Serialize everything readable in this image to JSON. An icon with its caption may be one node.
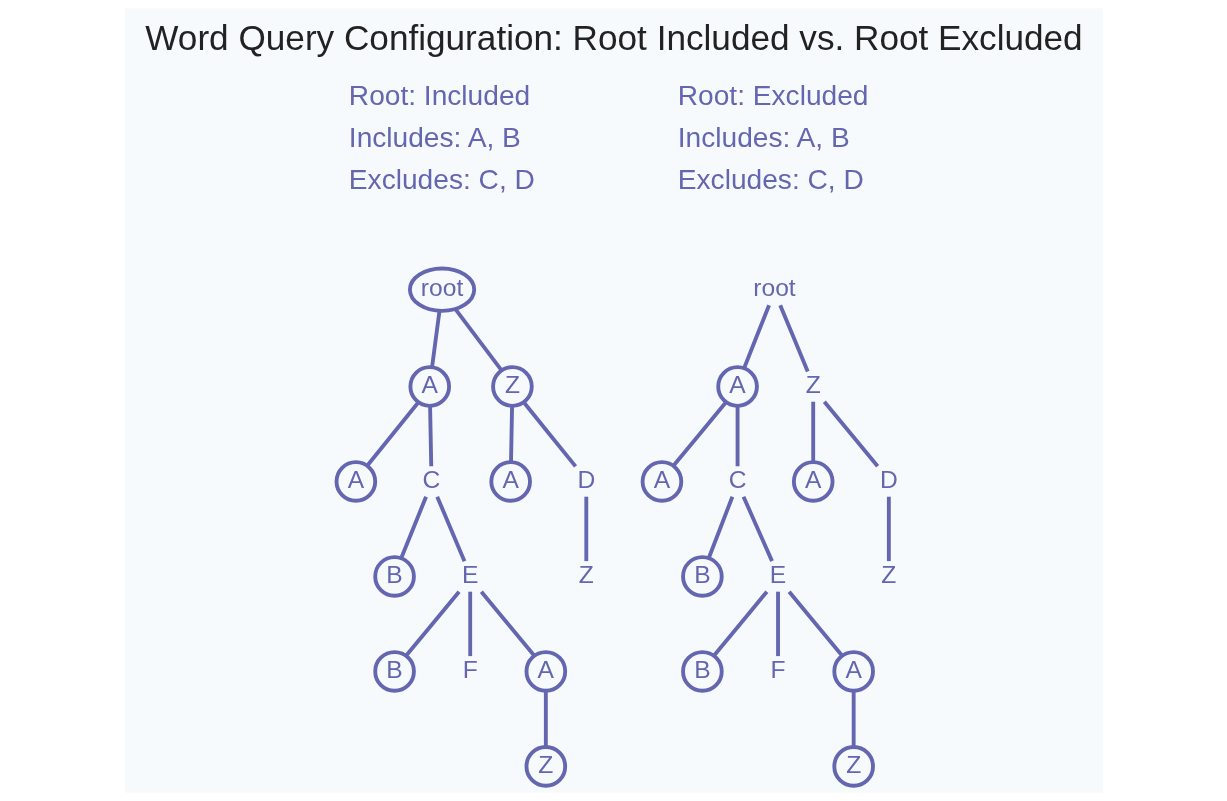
{
  "diagram": {
    "title": "Word Query Configuration: Root Included vs. Root Excluded",
    "nodes": [
      {
        "text": [
          "root"
        ]
      },
      {
        "text": [
          "A"
        ]
      },
      {
        "text": [
          "Z"
        ]
      },
      {
        "text": [
          "A"
        ]
      },
      {
        "text": [
          "C"
        ]
      },
      {
        "text": [
          "A"
        ]
      },
      {
        "text": [
          "D"
        ]
      },
      {
        "text": [
          "B"
        ]
      },
      {
        "text": [
          "E"
        ]
      },
      {
        "text": [
          "Z"
        ]
      },
      {
        "text": [
          "B"
        ]
      },
      {
        "text": [
          "F"
        ]
      },
      {
        "text": [
          "A"
        ]
      },
      {
        "text": [
          "Z"
        ]
      },
      {
        "text": [
          "root"
        ]
      },
      {
        "text": [
          "A"
        ]
      },
      {
        "text": [
          "Z"
        ]
      },
      {
        "text": [
          "A"
        ]
      },
      {
        "text": [
          "C"
        ]
      },
      {
        "text": [
          "A"
        ]
      },
      {
        "text": [
          "D"
        ]
      },
      {
        "text": [
          "B"
        ]
      },
      {
        "text": [
          "E"
        ]
      },
      {
        "text": [
          "Z"
        ]
      },
      {
        "text": [
          "B"
        ]
      },
      {
        "text": [
          "F"
        ]
      },
      {
        "text": [
          "A"
        ]
      },
      {
        "text": [
          "Z"
        ]
      }
    ],
    "edges": [
      {
        "from": 0,
        "to": 1,
        "arrow": "none"
      },
      {
        "from": 0,
        "to": 2,
        "arrow": "none"
      },
      {
        "from": 1,
        "to": 3,
        "arrow": "none"
      },
      {
        "from": 1,
        "to": 4,
        "arrow": "none"
      },
      {
        "from": 2,
        "to": 5,
        "arrow": "none"
      },
      {
        "from": 2,
        "to": 6,
        "arrow": "none"
      },
      {
        "from": 4,
        "to": 7,
        "arrow": "none"
      },
      {
        "from": 4,
        "to": 8,
        "arrow": "none"
      },
      {
        "from": 6,
        "to": 9,
        "arrow": "none"
      },
      {
        "from": 8,
        "to": 10,
        "arrow": "none"
      },
      {
        "from": 8,
        "to": 11,
        "arrow": "none"
      },
      {
        "from": 8,
        "to": 12,
        "arrow": "none"
      },
      {
        "from": 12,
        "to": 13,
        "arrow": "none"
      },
      {
        "from": 14,
        "to": 15,
        "arrow": "none"
      },
      {
        "from": 14,
        "to": 16,
        "arrow": "none"
      },
      {
        "from": 15,
        "to": 17,
        "arrow": "none"
      },
      {
        "from": 15,
        "to": 18,
        "arrow": "none"
      },
      {
        "from": 16,
        "to": 19,
        "arrow": "none"
      },
      {
        "from": 16,
        "to": 20,
        "arrow": "none"
      },
      {
        "from": 18,
        "to": 21,
        "arrow": "none"
      },
      {
        "from": 18,
        "to": 22,
        "arrow": "none"
      },
      {
        "from": 20,
        "to": 23,
        "arrow": "none"
      },
      {
        "from": 22,
        "to": 24,
        "arrow": "none"
      },
      {
        "from": 22,
        "to": 25,
        "arrow": "none"
      },
      {
        "from": 22,
        "to": 26,
        "arrow": "none"
      },
      {
        "from": 26,
        "to": 27,
        "arrow": "none"
      }
    ],
    "labels": [
      "Root: Included",
      "Includes: A, B",
      "Excludes: C, D",
      "Root: Excluded",
      "Includes: A, B",
      "Excludes: C, D"
    ]
  }
}
